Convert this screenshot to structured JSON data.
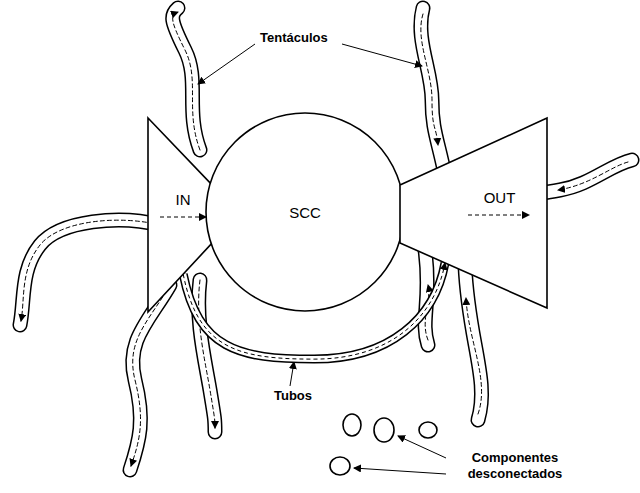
{
  "diagram": {
    "nodes": [
      {
        "text": [
          "IN"
        ]
      },
      {
        "text": [
          "SCC"
        ]
      },
      {
        "text": [
          "OUT"
        ]
      }
    ],
    "edges": [
      {
        "from": 0,
        "to": 2,
        "arrow": "to"
      }
    ],
    "labels": [
      "Tentáculos",
      "Tubos",
      "Componentes desconectados"
    ]
  }
}
